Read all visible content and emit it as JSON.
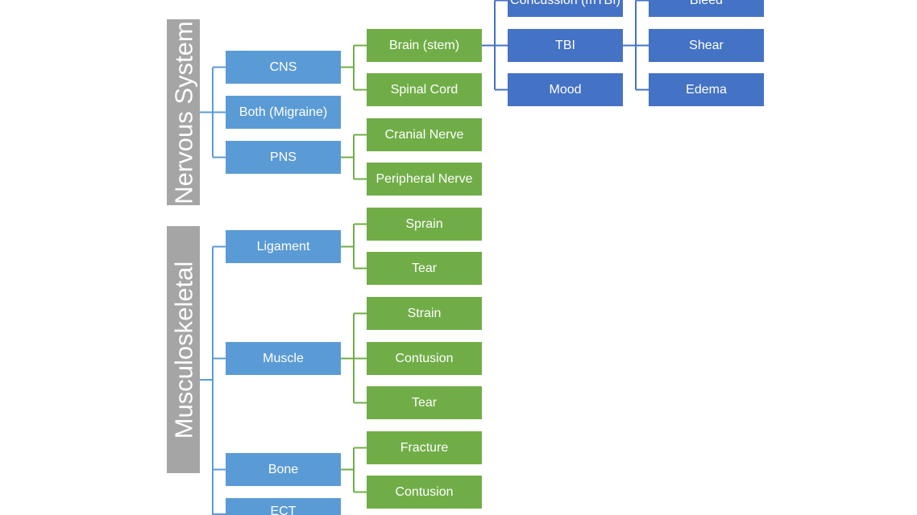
{
  "colors": {
    "root": "#a5a5a5",
    "level1": "#5b9bd5",
    "level2": "#70ad47",
    "level3": "#4472c4",
    "connector_light": "#5b9bd5",
    "connector_green": "#70ad47",
    "connector_dark": "#4472c4"
  },
  "roots": {
    "nervous": "Nervous System",
    "musculoskeletal": "Musculoskeletal"
  },
  "nervous": {
    "cns": "CNS",
    "both": "Both (Migraine)",
    "pns": "PNS",
    "brain_stem": "Brain (stem)",
    "spinal_cord": "Spinal Cord",
    "cranial_nerve": "Cranial Nerve",
    "peripheral_nerve": "Peripheral Nerve",
    "concussion": "Concussion (mTBI)",
    "tbi": "TBI",
    "mood": "Mood",
    "bleed": "Bleed",
    "shear": "Shear",
    "edema": "Edema"
  },
  "musculoskeletal": {
    "ligament": "Ligament",
    "muscle": "Muscle",
    "bone": "Bone",
    "ect": "ECT",
    "sprain": "Sprain",
    "ligament_tear": "Tear",
    "strain": "Strain",
    "muscle_contusion": "Contusion",
    "muscle_tear": "Tear",
    "fracture": "Fracture",
    "bone_contusion": "Contusion"
  }
}
